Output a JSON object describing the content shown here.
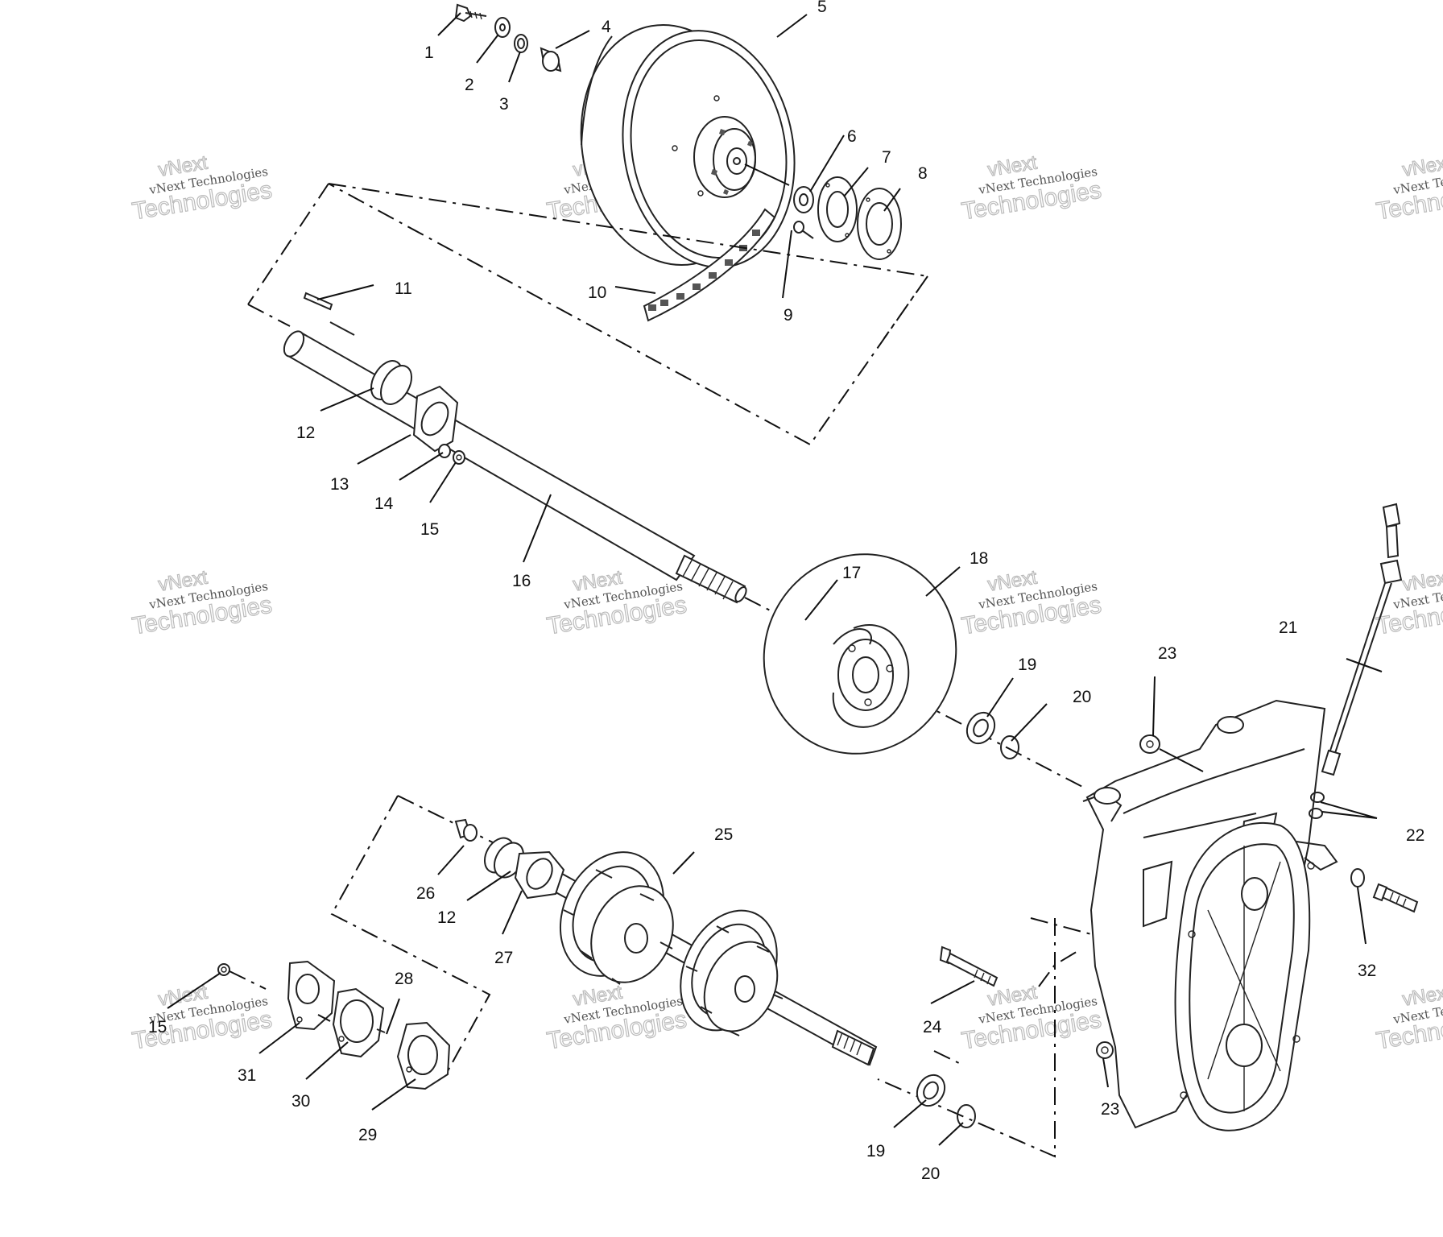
{
  "callouts": {
    "c1": "1",
    "c2": "2",
    "c3": "3",
    "c4": "4",
    "c5": "5",
    "c6": "6",
    "c7": "7",
    "c8": "8",
    "c9": "9",
    "c10": "10",
    "c11": "11",
    "c12a": "12",
    "c13": "13",
    "c14": "14",
    "c15a": "15",
    "c16": "16",
    "c17": "17",
    "c18": "18",
    "c19a": "19",
    "c20a": "20",
    "c21": "21",
    "c22": "22",
    "c23a": "23",
    "c24": "24",
    "c25": "25",
    "c26": "26",
    "c12b": "12",
    "c27": "27",
    "c28": "28",
    "c15b": "15",
    "c31": "31",
    "c30": "30",
    "c29": "29",
    "c19b": "19",
    "c20b": "20",
    "c23b": "23",
    "c32": "32"
  },
  "watermark": {
    "top_word": "vNext",
    "line1": "vNext Technologies",
    "line2": "Technologies"
  }
}
